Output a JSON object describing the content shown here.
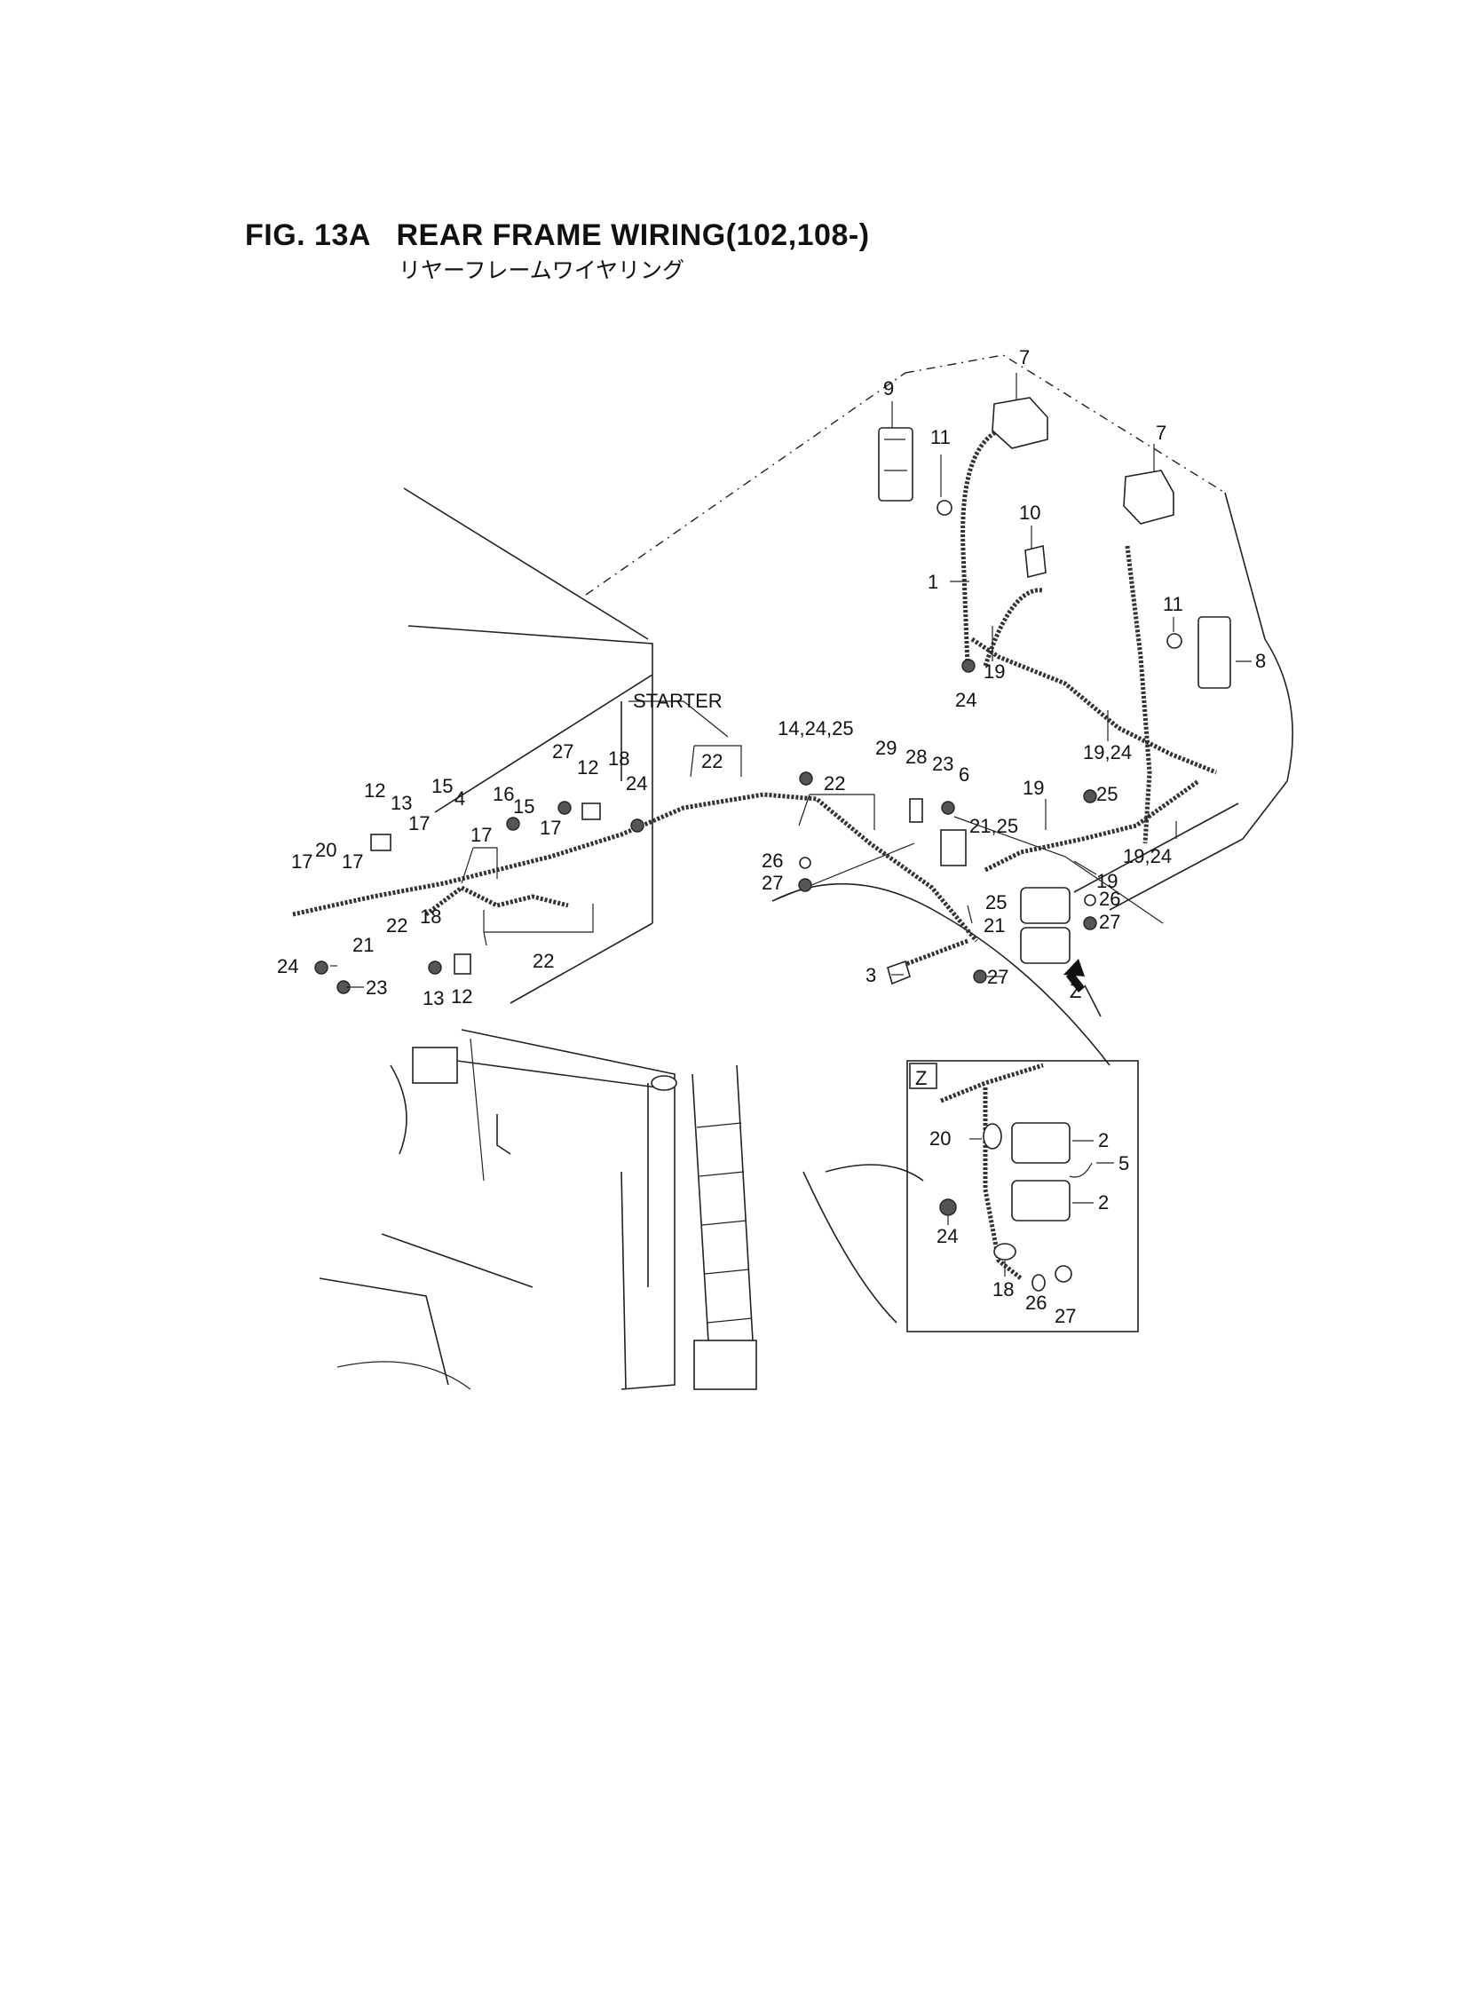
{
  "figure": {
    "title": "FIG. 13A   REAR FRAME WIRING(102,108-)",
    "subtitle": "リヤーフレームワイヤリング"
  },
  "callouts": {
    "c1": "1",
    "c3": "3",
    "c4": "4",
    "c6": "6",
    "c7a": "7",
    "c7b": "7",
    "c8": "8",
    "c9": "9",
    "c10": "10",
    "c11a": "11",
    "c11b": "11",
    "c12a": "12",
    "c12b": "12",
    "c12c": "12",
    "c13a": "13",
    "c13b": "13",
    "c14_24_25": "14,24,25",
    "c15a": "15",
    "c15b": "15",
    "c16": "16",
    "c17a": "17",
    "c17b": "17",
    "c17c": "17",
    "c17d": "17",
    "c17e": "17",
    "c18a": "18",
    "c18b": "18",
    "c19a": "19",
    "c19b": "19",
    "c19c": "19",
    "c19_24a": "19,24",
    "c19_24b": "19,24",
    "c20": "20",
    "c21a": "21",
    "c21b": "21",
    "c21_25": "21,25",
    "c22a": "22",
    "c22b": "22",
    "c22c": "22",
    "c22d": "22",
    "c23a": "23",
    "c23b": "23",
    "c24a": "24",
    "c24b": "24",
    "c24c": "24",
    "c25a": "25",
    "c25b": "25",
    "c26a": "26",
    "c26b": "26",
    "c27a": "27",
    "c27b": "27",
    "c27c": "27",
    "c27d": "27",
    "c28": "28",
    "c29": "29",
    "starter": "STARTER",
    "zmark": "Z"
  },
  "detail_z": {
    "label": "Z",
    "c2a": "2",
    "c2b": "2",
    "c5": "5",
    "c18": "18",
    "c20": "20",
    "c24": "24",
    "c26": "26",
    "c27": "27"
  }
}
